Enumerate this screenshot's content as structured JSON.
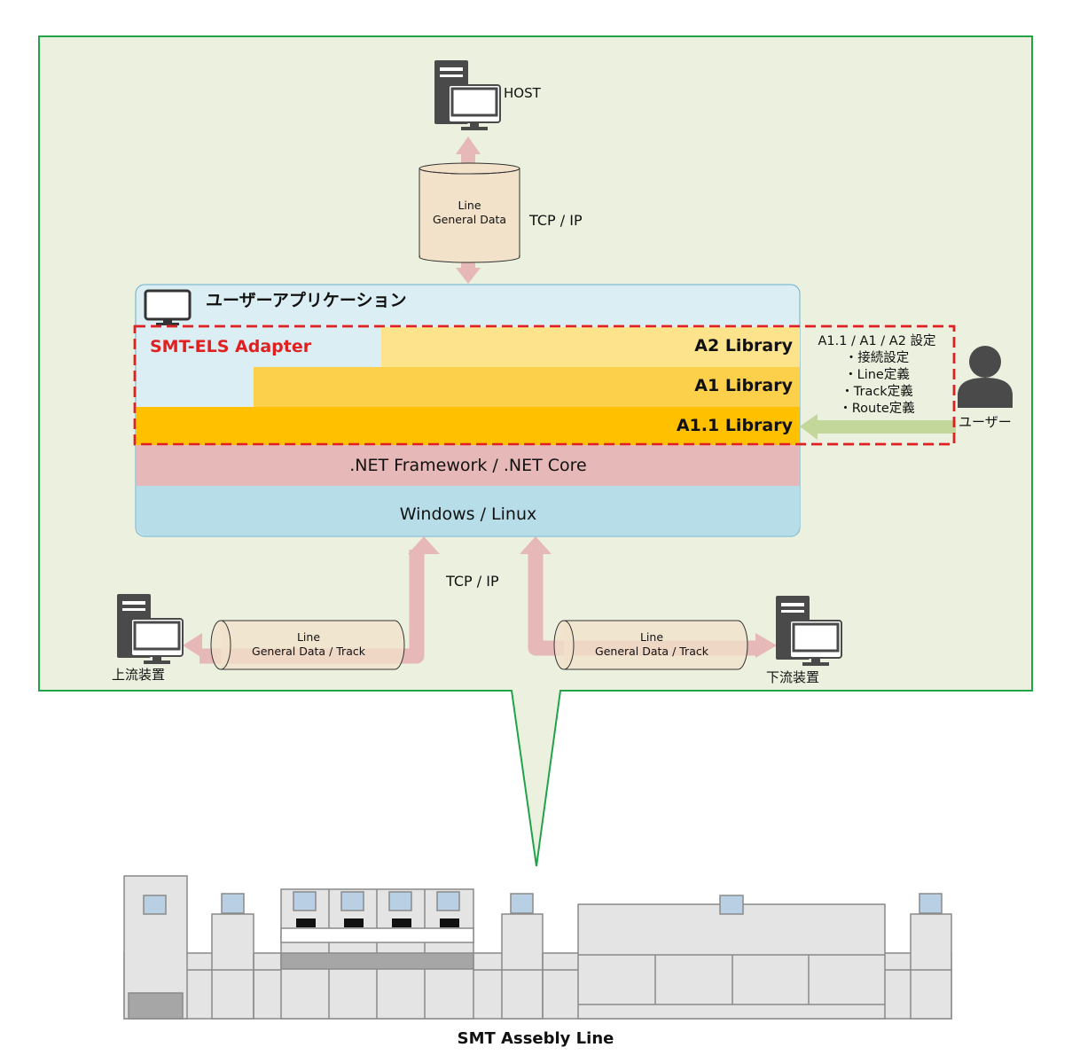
{
  "host_label": "HOST",
  "tcp_top": "TCP / IP",
  "tcp_bottom": "TCP / IP",
  "db_top": {
    "line1": "Line",
    "line2": "General Data"
  },
  "app_title": "ユーザーアプリケーション",
  "adapter_label": "SMT-ELS Adapter",
  "layers": {
    "a2": "A2 Library",
    "a1": "A1 Library",
    "a11": "A1.1 Library",
    "dotnet": ".NET Framework / .NET Core",
    "os": "Windows / Linux"
  },
  "settings": {
    "title": "A1.1 / A1 / A2 設定",
    "items": [
      "・接続設定",
      "・Line定義",
      "・Track定義",
      "・Route定義"
    ]
  },
  "user_label": "ユーザー",
  "upstream": {
    "label": "上流装置",
    "pipe_line1": "Line",
    "pipe_line2": "General Data / Track"
  },
  "downstream": {
    "label": "下流装置",
    "pipe_line1": "Line",
    "pipe_line2": "General Data / Track"
  },
  "line_label": "SMT Assebly Line",
  "colors": {
    "callout_bg": "#ebf1de",
    "callout_border": "#22a34a",
    "app_bg": "#daeef3",
    "a2": "#fde38c",
    "a1": "#fcd04a",
    "a11": "#ffc000",
    "dotnet": "#e6b8b7",
    "os": "#b7dde8",
    "adapter_red": "#e02020",
    "arrow_pink": "#e6b8b7",
    "arrow_green": "#c4d79b"
  }
}
